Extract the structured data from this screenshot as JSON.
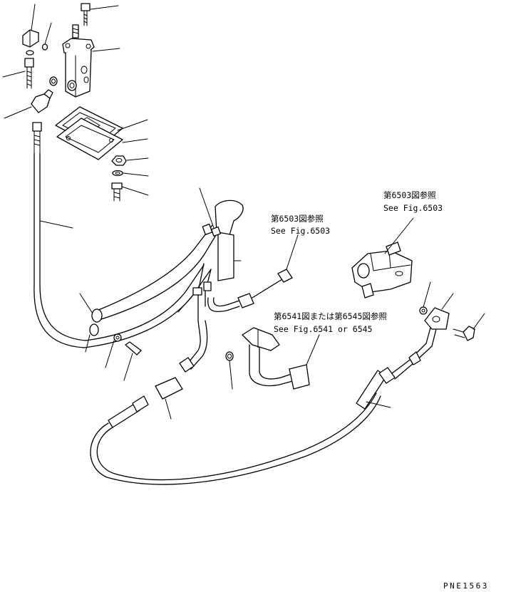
{
  "references": {
    "top_center": {
      "jp": "第6503図参照",
      "en": "See Fig.6503"
    },
    "top_right": {
      "jp": "第6503図参照",
      "en": "See Fig.6503"
    },
    "middle": {
      "jp": "第6541図または第6545図参照",
      "en": "See Fig.6541 or 6545"
    }
  },
  "drawing_code": "PNE1563"
}
